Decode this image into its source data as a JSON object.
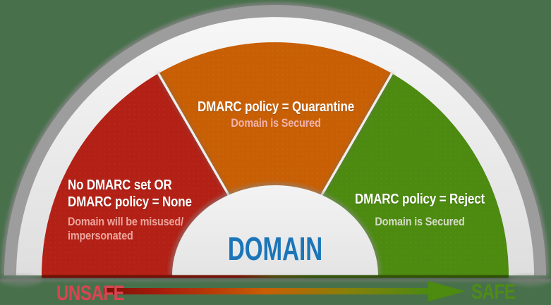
{
  "canvas": {
    "background_color": "#48714b"
  },
  "gauge": {
    "hub": {
      "label": "DOMAIN",
      "label_color": "#1b75b8"
    },
    "segments": [
      {
        "id": "none",
        "color": "#b32015",
        "title_line1": "No DMARC set OR",
        "title_line2": "DMARC policy = None",
        "subtitle_line1": "Domain will be misused/",
        "subtitle_line2": "impersonated",
        "subtitle_color": "#eda49c"
      },
      {
        "id": "quarantine",
        "color": "#c85f04",
        "title": "DMARC policy = Quarantine",
        "subtitle": "Domain is Secured",
        "subtitle_color": "#f2b2aa"
      },
      {
        "id": "reject",
        "color": "#4c8a10",
        "title": "DMARC policy = Reject",
        "subtitle": "Domain is Secured",
        "subtitle_color": "#d5dbc5"
      }
    ]
  },
  "scale": {
    "unsafe_label": "UNSAFE",
    "unsafe_color": "#db4452",
    "safe_label": "SAFE",
    "safe_color": "#4e8c14",
    "arrow_gradient": [
      "#7a1005",
      "#a81d0c",
      "#c85f04",
      "#87800a",
      "#4c8a10"
    ]
  }
}
